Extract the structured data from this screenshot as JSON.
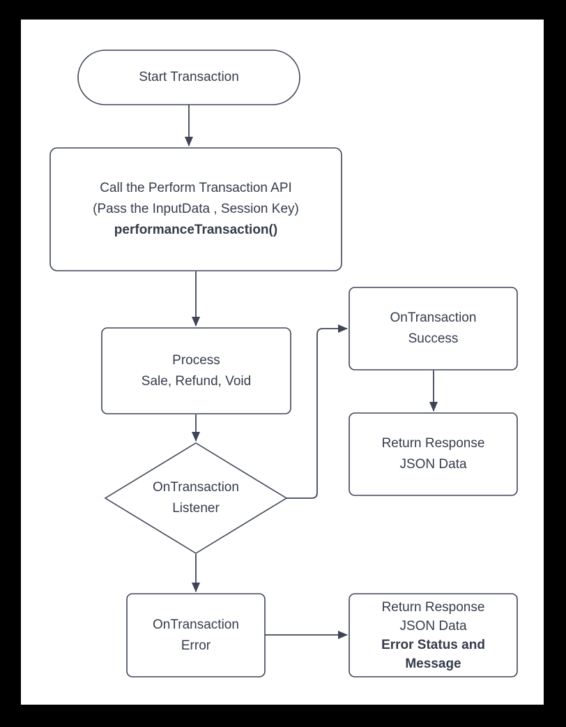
{
  "colors": {
    "canvas_bg": "#000000",
    "page_bg": "#ffffff",
    "stroke": "#3d4555",
    "text": "#343c4b"
  },
  "nodes": {
    "start": {
      "shape": "terminator",
      "label": "Start Transaction"
    },
    "call_api": {
      "shape": "process",
      "lines": [
        "Call the Perform Transaction API",
        "(Pass the InputData , Session Key)",
        "performanceTransaction()"
      ]
    },
    "process": {
      "shape": "process",
      "lines": [
        "Process",
        "Sale, Refund, Void"
      ]
    },
    "listener": {
      "shape": "decision",
      "lines": [
        "OnTransaction",
        "Listener"
      ]
    },
    "success": {
      "shape": "process",
      "lines": [
        "OnTransaction",
        "Success"
      ]
    },
    "return_success": {
      "shape": "process",
      "lines": [
        "Return Response",
        "JSON Data"
      ]
    },
    "error": {
      "shape": "process",
      "lines": [
        "OnTransaction",
        "Error"
      ]
    },
    "return_error": {
      "shape": "process",
      "lines": [
        "Return Response",
        "JSON Data",
        "Error Status and",
        "Message"
      ]
    }
  },
  "edges": [
    {
      "from": "start",
      "to": "call_api"
    },
    {
      "from": "call_api",
      "to": "process"
    },
    {
      "from": "process",
      "to": "listener"
    },
    {
      "from": "listener",
      "to": "success"
    },
    {
      "from": "success",
      "to": "return_success"
    },
    {
      "from": "listener",
      "to": "error"
    },
    {
      "from": "error",
      "to": "return_error"
    }
  ]
}
